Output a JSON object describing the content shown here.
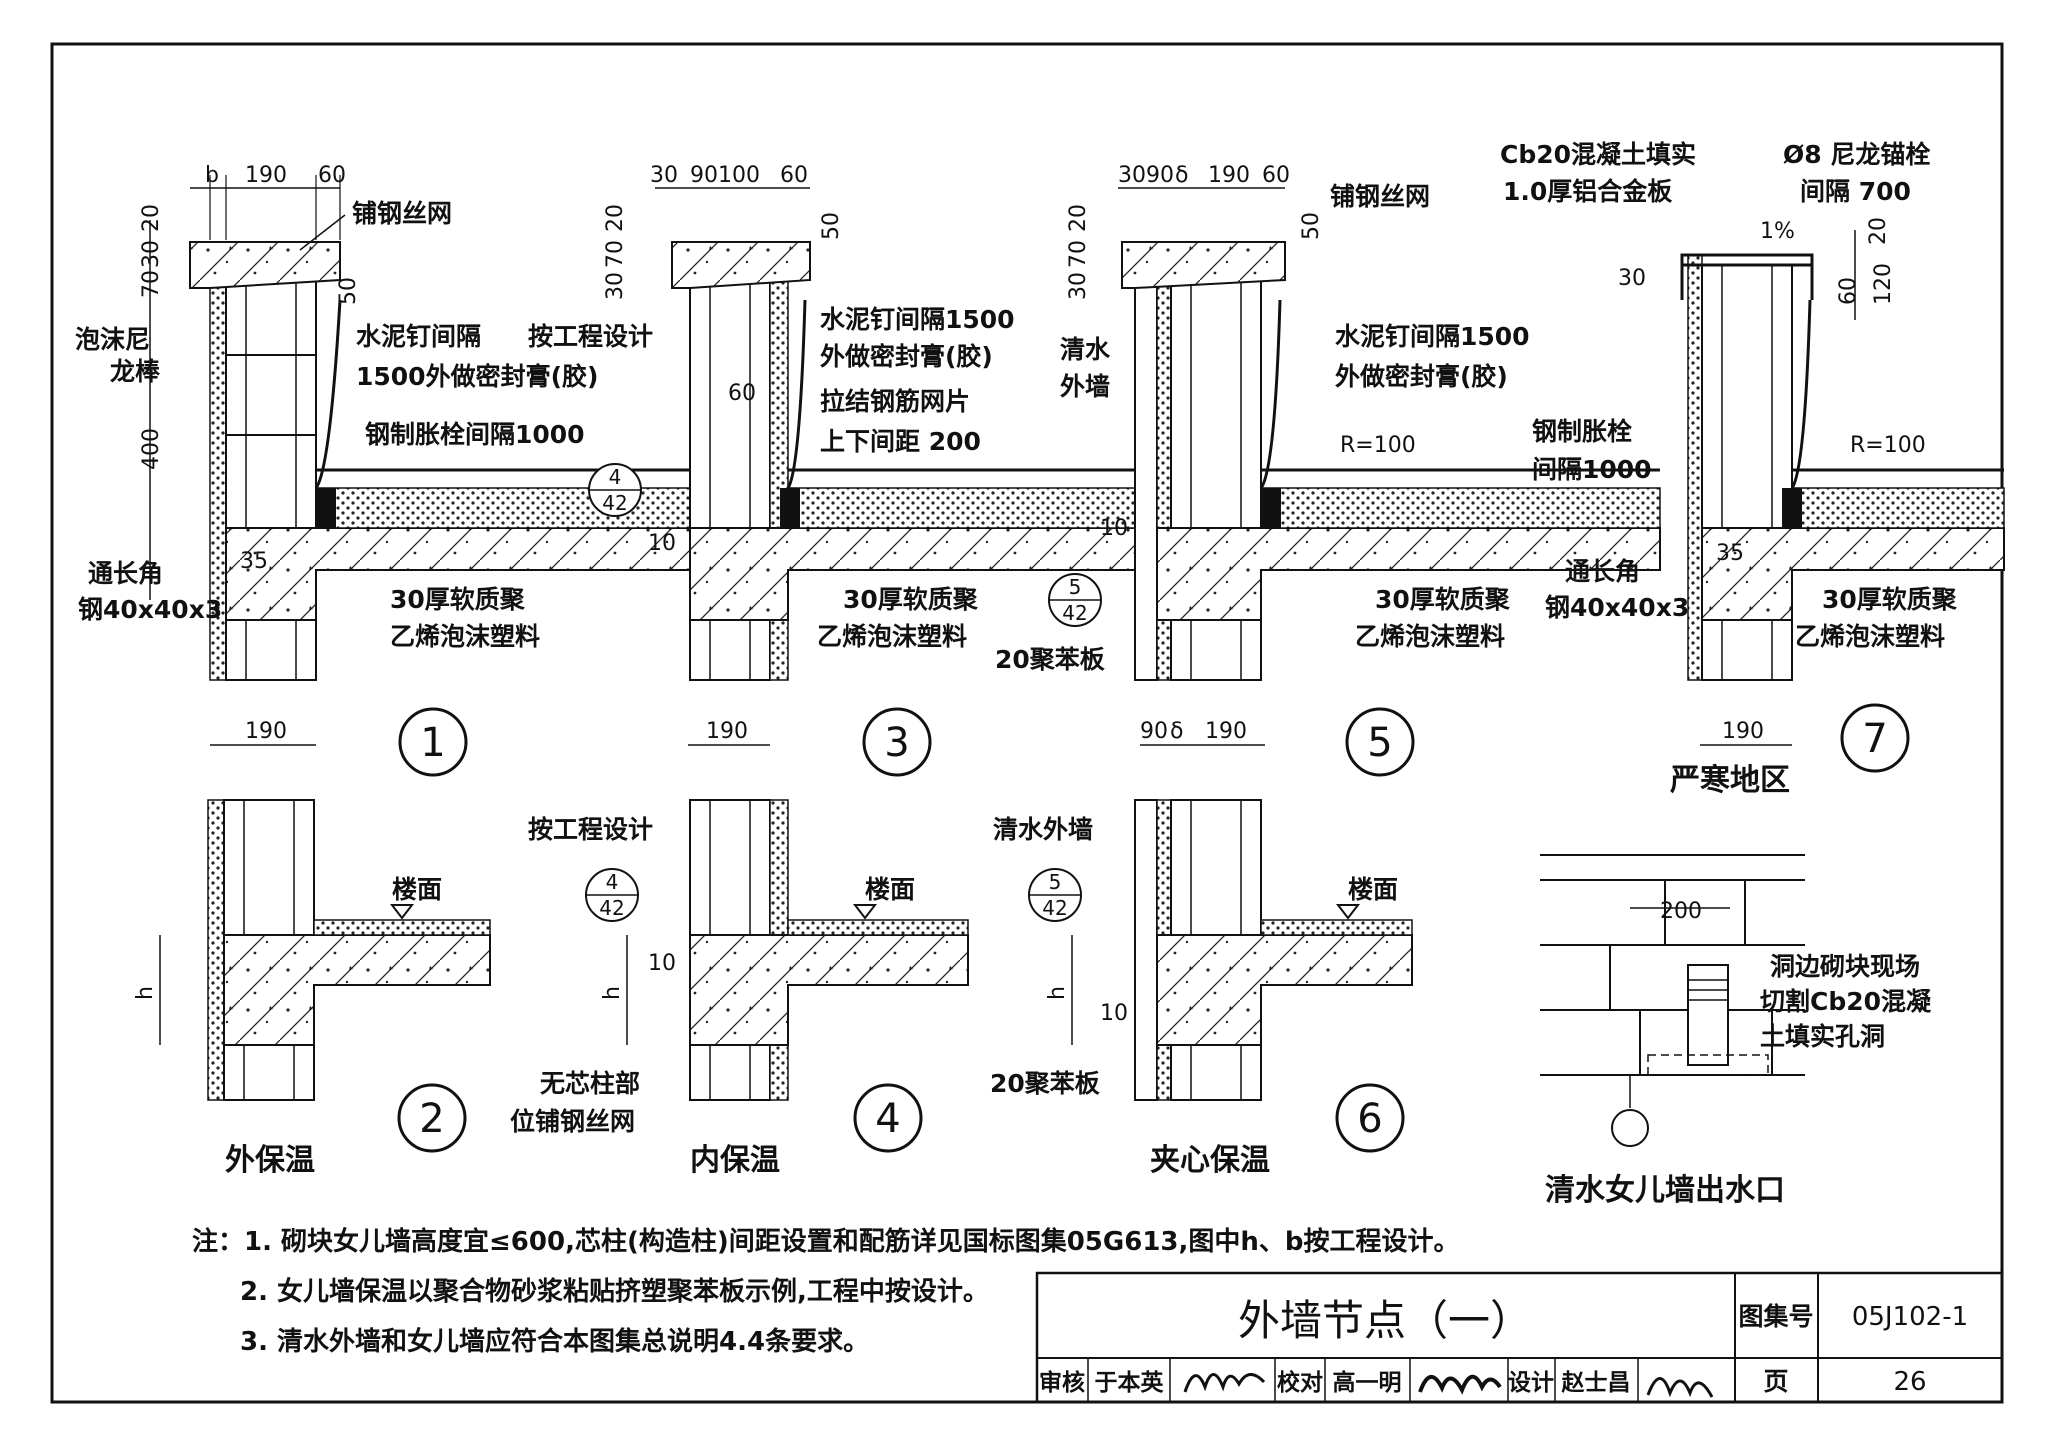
{
  "details": [
    {
      "id": "1",
      "dims_top": [
        "b",
        "190",
        "60"
      ],
      "dims_left": [
        "20",
        "30",
        "70",
        "50",
        "400"
      ],
      "dim_bottom": "190",
      "labels": [
        "铺钢丝网",
        "泡沫尼",
        "龙棒",
        "水泥钉间隔",
        "1500外做密封膏(胶)",
        "钢制胀栓间隔1000",
        "通长角",
        "钢40x40x3",
        "35",
        "30厚软质聚",
        "乙烯泡沫塑料"
      ]
    },
    {
      "id": "3",
      "dims_top": [
        "30",
        "90100",
        "60"
      ],
      "dims_left": [
        "30",
        "70",
        "20",
        "50",
        "60",
        "10"
      ],
      "dim_bottom": "190",
      "labels": [
        "按工程设计",
        "水泥钉间隔1500",
        "外做密封膏(胶)",
        "拉结钢筋网片",
        "上下间距 200",
        "30厚软质聚",
        "乙烯泡沫塑料"
      ],
      "ref": {
        "top": "4",
        "bottom": "42"
      }
    },
    {
      "id": "5",
      "dims_top": [
        "30",
        "90",
        "δ",
        "190",
        "60"
      ],
      "dims_left": [
        "30",
        "70",
        "20",
        "50",
        "10"
      ],
      "dims_bottom": [
        "90",
        "δ",
        "190"
      ],
      "labels": [
        "铺钢丝网",
        "清水",
        "外墙",
        "水泥钉间隔1500",
        "外做密封膏(胶)",
        "R=100",
        "30厚软质聚",
        "乙烯泡沫塑料",
        "20聚苯板"
      ],
      "ref": {
        "top": "5",
        "bottom": "42"
      }
    },
    {
      "id": "7",
      "dims_right": [
        "20",
        "60",
        "120"
      ],
      "dims_left": [
        "30"
      ],
      "dim_bottom": "190",
      "labels": [
        "Cb20混凝土填实",
        "Ø8 尼龙锚栓",
        "间隔 700",
        "1.0厚铝合金板",
        "1%",
        "R=100",
        "钢制胀栓",
        "间隔1000",
        "通长角",
        "钢40x40x3",
        "35",
        "30厚软质聚",
        "乙烯泡沫塑料"
      ],
      "caption": "严寒地区"
    },
    {
      "id": "2",
      "labels": [
        "楼面",
        "h"
      ],
      "caption": "外保温"
    },
    {
      "id": "4",
      "labels": [
        "按工程设计",
        "楼面",
        "h",
        "10",
        "无芯柱部",
        "位铺钢丝网"
      ],
      "ref": {
        "top": "4",
        "bottom": "42"
      },
      "caption": "内保温"
    },
    {
      "id": "6",
      "labels": [
        "清水外墙",
        "楼面",
        "h",
        "10",
        "20聚苯板"
      ],
      "ref": {
        "top": "5",
        "bottom": "42"
      },
      "caption": "夹心保温"
    }
  ],
  "outlet": {
    "dim": "200",
    "labels": [
      "洞边砌块现场",
      "切割Cb20混凝",
      "土填实孔洞"
    ],
    "caption": "清水女儿墙出水口"
  },
  "notes": [
    "注：1. 砌块女儿墙高度宜≤600,芯柱(构造柱)间距设置和配筋详见国标图集05G613,图中h、b按工程设计。",
    "2. 女儿墙保温以聚合物砂浆粘贴挤塑聚苯板示例,工程中按设计。",
    "3. 清水外墙和女儿墙应符合本图集总说明4.4条要求。"
  ],
  "title_block": {
    "title": "外墙节点（一）",
    "atlas_label": "图集号",
    "atlas_no": "05J102-1",
    "page_label": "页",
    "page_no": "26",
    "review_label": "审核",
    "reviewer": "于本英",
    "check_label": "校对",
    "checker": "高一明",
    "design_label": "设计",
    "designer": "赵士昌"
  }
}
